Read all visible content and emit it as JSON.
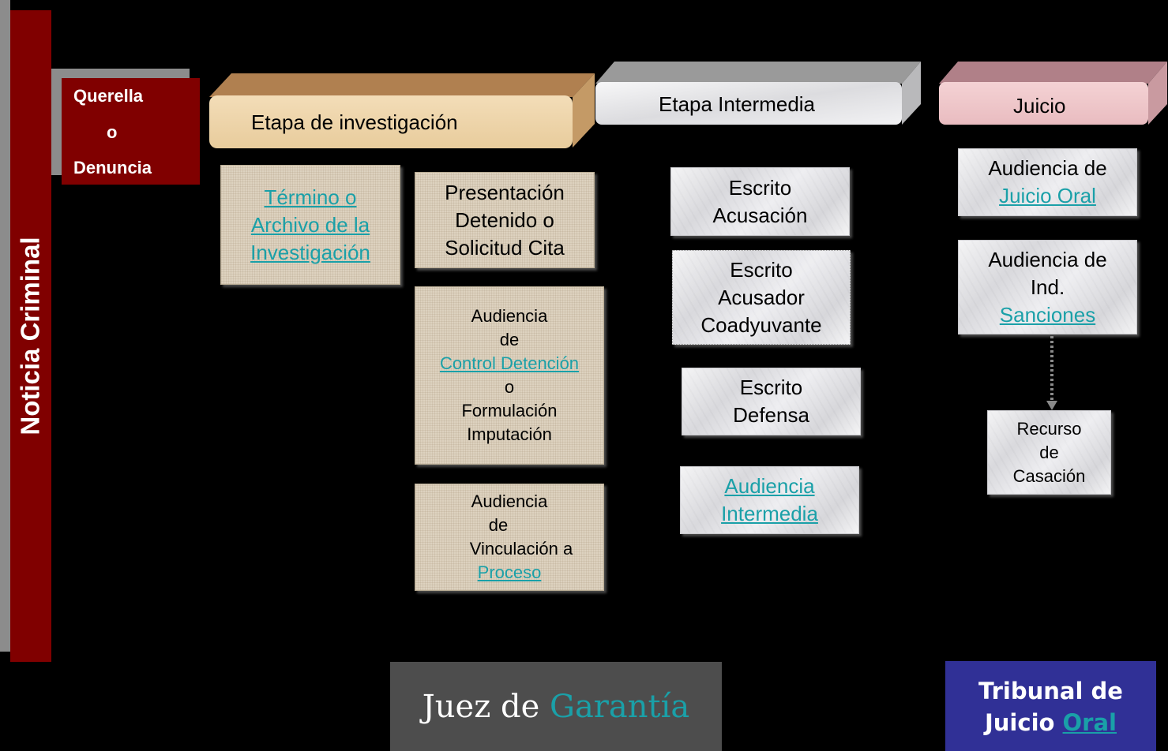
{
  "left_bar": {
    "label": "Noticia Criminal"
  },
  "querella": {
    "line1": "Querella",
    "line2": "o",
    "line3": "Denuncia"
  },
  "stages": {
    "investigacion": "Etapa de investigación",
    "intermedia": "Etapa Intermedia",
    "juicio": "Juicio"
  },
  "investigacion_boxes": {
    "termino": [
      "Término o",
      "Archivo de la",
      "Investigación"
    ],
    "presentacion": [
      "Presentación",
      "Detenido o",
      "Solicitud Cita"
    ],
    "control": {
      "l1": "Audiencia",
      "l2": "de",
      "l3": "Control Detención",
      "l4": "o",
      "l5": "Formulación",
      "l6": "Imputación"
    },
    "vinculacion": {
      "l1": "Audiencia",
      "l2": "de",
      "l3": "Vinculación a",
      "l4": "Proceso"
    }
  },
  "intermedia_boxes": {
    "acusacion": [
      "Escrito",
      "Acusación"
    ],
    "coadyuvante": [
      "Escrito",
      "Acusador",
      "Coadyuvante"
    ],
    "defensa": [
      "Escrito",
      "Defensa"
    ],
    "audiencia": [
      "Audiencia",
      "Intermedia"
    ]
  },
  "juicio_boxes": {
    "juicio_oral": {
      "l1": "Audiencia de",
      "l2": "Juicio Oral"
    },
    "sanciones": {
      "l1": "Audiencia de",
      "l2": "Ind.",
      "l3": "Sanciones"
    },
    "casacion": [
      "Recurso",
      "de",
      "Casación"
    ]
  },
  "bottom": {
    "juez": {
      "prefix": "Juez de ",
      "link": "Garantía"
    },
    "tribunal": {
      "line1": "Tribunal de",
      "prefix": "Juicio ",
      "link": "Oral"
    }
  },
  "colors": {
    "background": "#000000",
    "criminal_red": "#800000",
    "link": "#1aa0a8",
    "juez_gray": "#4d4d4d",
    "tribunal_blue": "#303096"
  }
}
